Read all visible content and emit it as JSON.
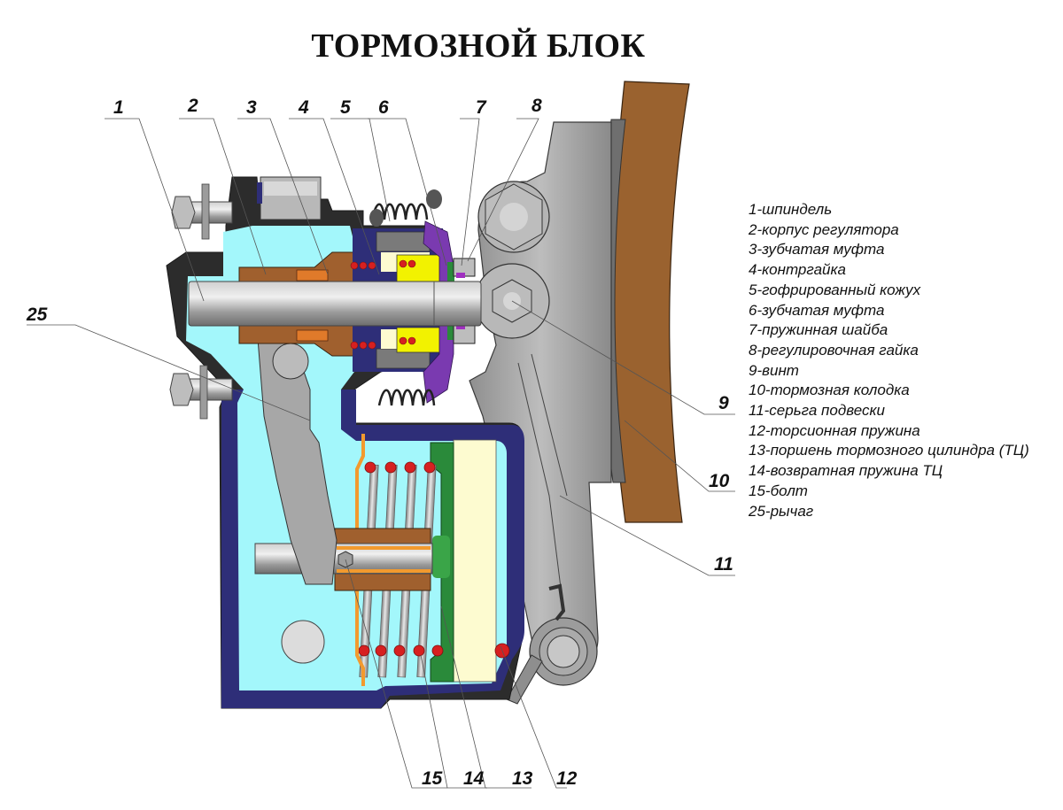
{
  "title": "ТОРМОЗНОЙ БЛОК",
  "callouts": {
    "c1": "1",
    "c2": "2",
    "c3": "3",
    "c4": "4",
    "c5": "5",
    "c6": "6",
    "c7": "7",
    "c8": "8",
    "c9": "9",
    "c10": "10",
    "c11": "11",
    "c12": "12",
    "c13": "13",
    "c14": "14",
    "c15": "15",
    "c25": "25"
  },
  "legend": [
    "1-шпиндель",
    "2-корпус регулятора",
    "3-зубчатая муфта",
    "4-контргайка",
    "5-гофрированный кожух",
    "6-зубчатая муфта",
    "7-пружинная шайба",
    "8-регулировочная гайка",
    "9-винт",
    "10-тормозная колодка",
    "11-серьга подвески",
    "12-торсионная пружина",
    "13-поршень тормозного цилиндра (ТЦ)",
    "14-возвратная пружина ТЦ",
    "15-болт",
    "25-рычаг"
  ],
  "colors": {
    "housing_outline": "#2b2b6b",
    "fluid_cavity": "#a3f7fb",
    "regulator_body": "#a0602e",
    "brake_shoe": "#9a622f",
    "coupling": "#f2f200",
    "piston": "#2a8a3a",
    "spring_section": "#d62020",
    "steel": "#9a9a9a",
    "seal": "#7a3ab0",
    "cylinder_liner": "#fdfbd0",
    "guide": "#f29a2e"
  }
}
